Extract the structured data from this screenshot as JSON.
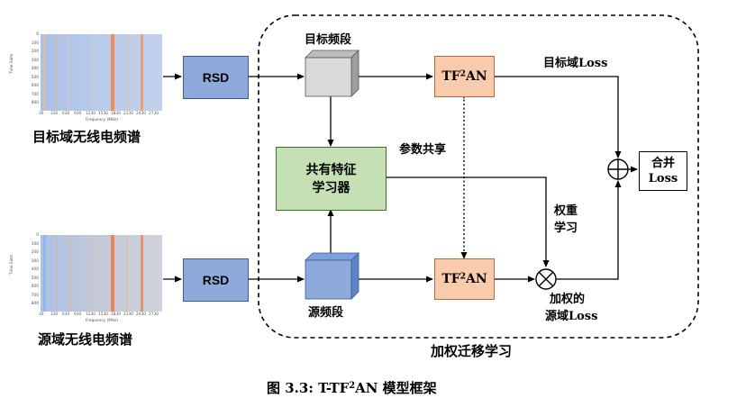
{
  "spectrograms": {
    "target": {
      "label": "目标域无线电频谱",
      "y_axis_label": "Time Slots",
      "x_axis_label": "Frequency (MHz)",
      "y_ticks": [
        "0",
        "100",
        "200",
        "300",
        "400",
        "500",
        "600",
        "700",
        "800"
      ],
      "x_ticks": [
        "30",
        "330",
        "630",
        "930",
        "1230",
        "1530",
        "1830",
        "2130",
        "2430",
        "2730"
      ]
    },
    "source": {
      "label": "源域无线电频谱",
      "y_axis_label": "Time Slots",
      "x_axis_label": "Frequency (MHz)",
      "y_ticks": [
        "0",
        "100",
        "200",
        "300",
        "400",
        "500",
        "600",
        "700",
        "800"
      ],
      "x_ticks": [
        "30",
        "330",
        "630",
        "930",
        "1230",
        "1530",
        "1830",
        "2130",
        "2430",
        "2730"
      ]
    }
  },
  "blocks": {
    "rsd_top": "RSD",
    "rsd_bottom": "RSD",
    "target_band": "目标频段",
    "source_band": "源频段",
    "shared_learner_line1": "共有特征",
    "shared_learner_line2": "学习器",
    "tfan_prefix": "TF",
    "tfan_sup": "2",
    "tfan_suffix": "AN",
    "merge_line1": "合并",
    "merge_line2": "Loss"
  },
  "labels": {
    "target_loss": "目标域Loss",
    "param_share": "参数共享",
    "weight_learn_line1": "权重",
    "weight_learn_line2": "学习",
    "weighted_src_loss_line1": "加权的",
    "weighted_src_loss_line2": "源域Loss",
    "transfer_region": "加权迁移学习"
  },
  "caption": {
    "prefix": "图 3.3: T-TF",
    "sup": "2",
    "suffix": "AN 模型框架"
  }
}
